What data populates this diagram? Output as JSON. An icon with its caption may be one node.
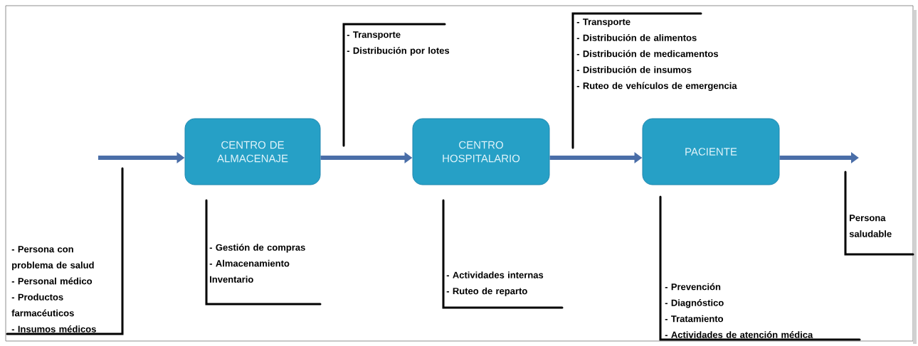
{
  "diagram": {
    "nodes": [
      {
        "text": [
          "CENTRO DE ALMACENAJE"
        ]
      },
      {
        "text": [
          "CENTRO HOSPITALARIO"
        ]
      },
      {
        "text": [
          "PACIENTE"
        ]
      }
    ],
    "edges": [
      {
        "from": null,
        "to": 0,
        "arrow": "to"
      },
      {
        "from": 0,
        "to": 1,
        "arrow": "to"
      },
      {
        "from": 1,
        "to": 2,
        "arrow": "to"
      },
      {
        "from": 2,
        "to": null,
        "arrow": "to"
      }
    ],
    "labels": [
      "- Persona con problema de salud",
      "- Personal médico",
      "- Productos farmacéuticos",
      "- Insumos médicos",
      "- Gestión de compras",
      "- Almacenamiento",
      "Inventario",
      "- Transporte",
      "- Distribución por lotes",
      "- Actividades internas",
      "- Ruteo de reparto",
      "- Transporte",
      "- Distribución de alimentos",
      "- Distribución de medicamentos",
      "- Distribución de insumos",
      "- Ruteo de vehículos de emergencia",
      "- Prevención",
      "- Diagnóstico",
      "- Tratamiento",
      "- Actividades de atención médica",
      "Persona saludable"
    ]
  }
}
